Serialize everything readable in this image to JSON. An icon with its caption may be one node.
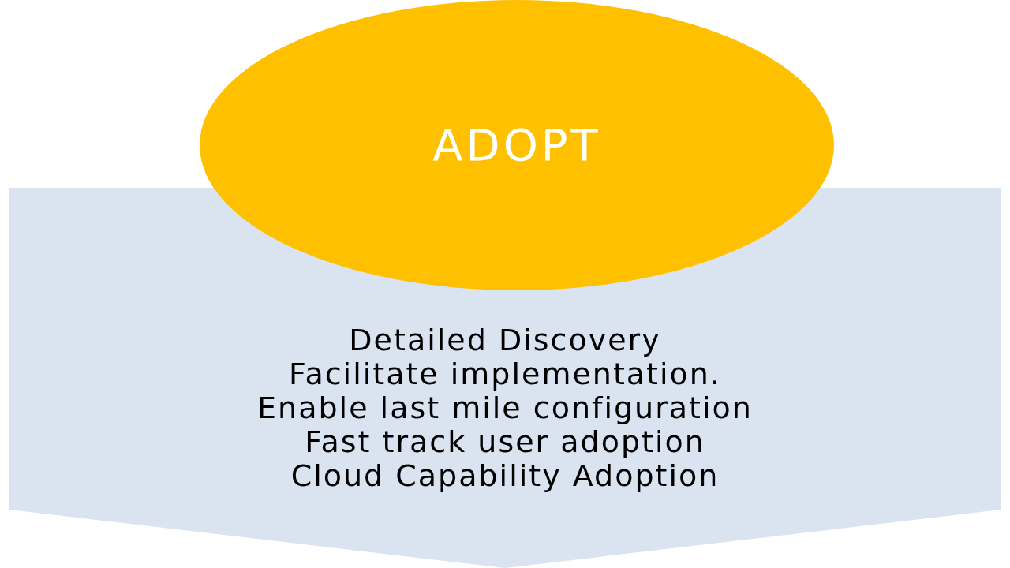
{
  "diagram": {
    "nodes": [
      {
        "text": [
          "ADOPT"
        ]
      },
      {
        "text": [
          "Detailed Discovery",
          "Facilitate implementation.",
          "Enable last mile configuration",
          "Fast track user adoption",
          "Cloud Capability Adoption"
        ]
      }
    ],
    "edges": []
  }
}
